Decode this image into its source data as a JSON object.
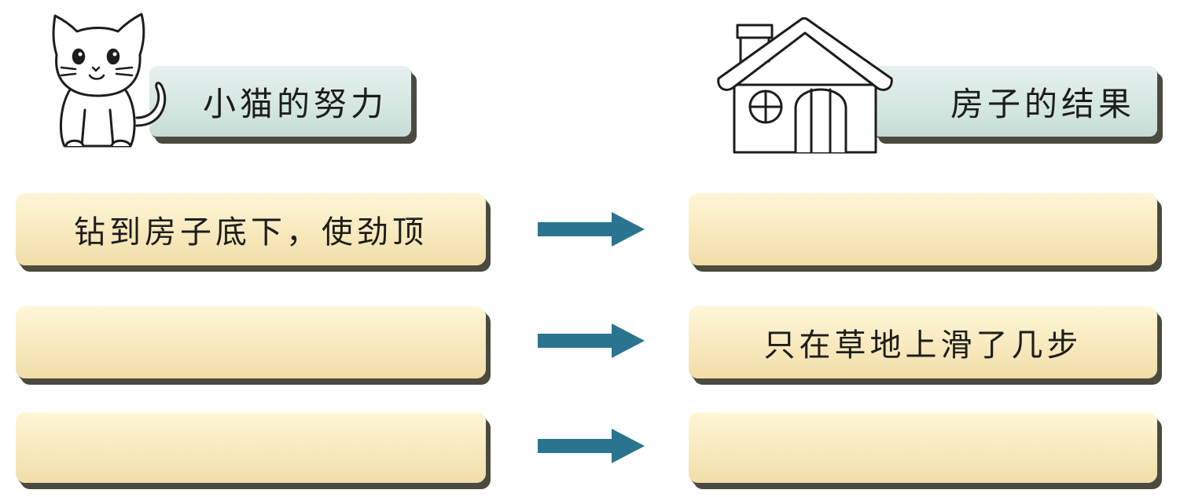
{
  "headers": {
    "left_title": "小猫的努力",
    "right_title": "房子的结果"
  },
  "rows": [
    {
      "cat_effort": "钻到房子底下，使劲顶",
      "house_result": ""
    },
    {
      "cat_effort": "",
      "house_result": "只在草地上滑了几步"
    },
    {
      "cat_effort": "",
      "house_result": ""
    }
  ],
  "icons": {
    "left": "cat-icon",
    "right": "house-icon",
    "connector": "right-arrow-icon"
  },
  "colors": {
    "arrow": "#2a7490",
    "header_fill": "#d5e7e2",
    "box_fill": "#f7e8bb",
    "shadow": "#4b4a3f"
  }
}
